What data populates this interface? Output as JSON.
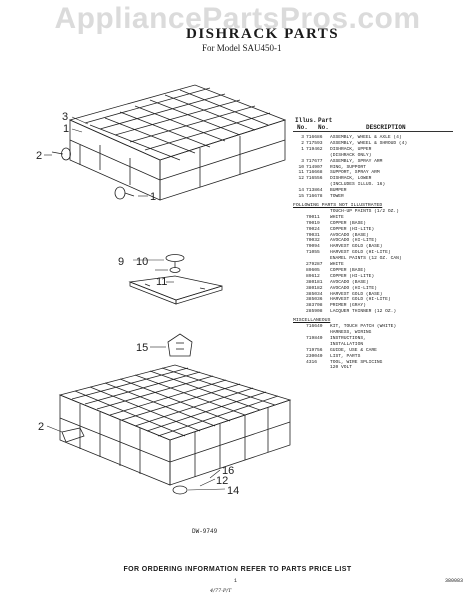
{
  "watermark": "AppliancePartsPros.com",
  "title": "DISHRACK PARTS",
  "model": "For Model SAU450-1",
  "table": {
    "head_ill_1": "Illus.",
    "head_part_1": "Part",
    "head_ill_2": "No.",
    "head_part_2": "No.",
    "head_desc": "DESCRIPTION",
    "rows_a": [
      {
        "ill": "3",
        "part": "716686",
        "desc": "ASSEMBLY, WHEEL & AXLE (4)"
      },
      {
        "ill": "2",
        "part": "717593",
        "desc": "ASSEMBLY, WHEEL & SHROUD (4)"
      },
      {
        "ill": "1",
        "part": "719462",
        "desc": "DISHRACK, UPPER"
      },
      {
        "ill": "",
        "part": "",
        "desc": "(DISHRACK ONLY)"
      },
      {
        "ill": "3",
        "part": "717677",
        "desc": "ASSEMBLY, SPRAY ARM"
      },
      {
        "ill": "10",
        "part": "714907",
        "desc": "RING, SUPPORT"
      },
      {
        "ill": "11",
        "part": "716668",
        "desc": "SUPPORT, SPRAY ARM"
      },
      {
        "ill": "12",
        "part": "716556",
        "desc": "DISHRACK, LOWER"
      },
      {
        "ill": "",
        "part": "",
        "desc": "(INCLUDES ILLUS. 16)"
      },
      {
        "ill": "14",
        "part": "713864",
        "desc": "BUMPER"
      },
      {
        "ill": "15",
        "part": "716678",
        "desc": "TOWER"
      }
    ],
    "section_b": "FOLLOWING PARTS NOT ILLUSTRATED",
    "rows_b": [
      {
        "ill": "",
        "part": "",
        "desc": "TOUCH-UP PAINTS (1/2 OZ.)"
      },
      {
        "ill": "",
        "part": "70011",
        "desc": "WHITE"
      },
      {
        "ill": "",
        "part": "70019",
        "desc": "COPPER (BASE)"
      },
      {
        "ill": "",
        "part": "70024",
        "desc": "COPPER (HI-LITE)"
      },
      {
        "ill": "",
        "part": "70031",
        "desc": "AVOCADO (BASE)"
      },
      {
        "ill": "",
        "part": "70032",
        "desc": "AVOCADO (HI-LITE)"
      },
      {
        "ill": "",
        "part": "70094",
        "desc": "HARVEST GOLD (BASE)"
      },
      {
        "ill": "",
        "part": "71055",
        "desc": "HARVEST GOLD (HI-LITE)"
      },
      {
        "ill": "",
        "part": "",
        "desc": "ENAMEL PAINTS (12 OZ. CAN)"
      },
      {
        "ill": "",
        "part": "279287",
        "desc": "WHITE"
      },
      {
        "ill": "",
        "part": "89605",
        "desc": "COPPER (BASE)"
      },
      {
        "ill": "",
        "part": "89612",
        "desc": "COPPER (HI-LITE)"
      },
      {
        "ill": "",
        "part": "380181",
        "desc": "AVOCADO (BASE)"
      },
      {
        "ill": "",
        "part": "380182",
        "desc": "AVOCADO (HI-LITE)"
      },
      {
        "ill": "",
        "part": "385034",
        "desc": "HARVEST GOLD (BASE)"
      },
      {
        "ill": "",
        "part": "385036",
        "desc": "HARVEST GOLD (HI-LITE)"
      },
      {
        "ill": "",
        "part": "383708",
        "desc": "PRIMER (GRAY)"
      },
      {
        "ill": "",
        "part": "285908",
        "desc": "LACQUER THINNER (12 OZ.)"
      }
    ],
    "section_c": "MISCELLANEOUS",
    "rows_c": [
      {
        "ill": "",
        "part": "716640",
        "desc": "KIT, TOUCH PATCH (WHITE)"
      },
      {
        "ill": "",
        "part": "",
        "desc": "HARNESS, WIRING"
      },
      {
        "ill": "",
        "part": "719840",
        "desc": "INSTRUCTIONS,"
      },
      {
        "ill": "",
        "part": "",
        "desc": "INSTALLATION"
      },
      {
        "ill": "",
        "part": "719756",
        "desc": "GUIDE, USE & CARE"
      },
      {
        "ill": "",
        "part": "230040",
        "desc": "LIST, PARTS"
      },
      {
        "ill": "",
        "part": "",
        "desc": ""
      },
      {
        "ill": "",
        "part": "4316",
        "desc": "TOOL, WIRE SPLICING"
      },
      {
        "ill": "",
        "part": "",
        "desc": "120 VOLT"
      }
    ]
  },
  "callouts": {
    "c3": "3",
    "c1a": "1",
    "c2a": "2",
    "c1b": "1",
    "c9": "9",
    "c10": "10",
    "c11": "11",
    "c15": "15",
    "c2b": "2",
    "c16": "16",
    "c12": "12",
    "c14": "14"
  },
  "drawing_code": "DW-9749",
  "footer": "FOR ORDERING INFORMATION REFER TO PARTS PRICE LIST",
  "page_number": "1",
  "doc_code": "380083",
  "handwriting": "4/77-P/T"
}
